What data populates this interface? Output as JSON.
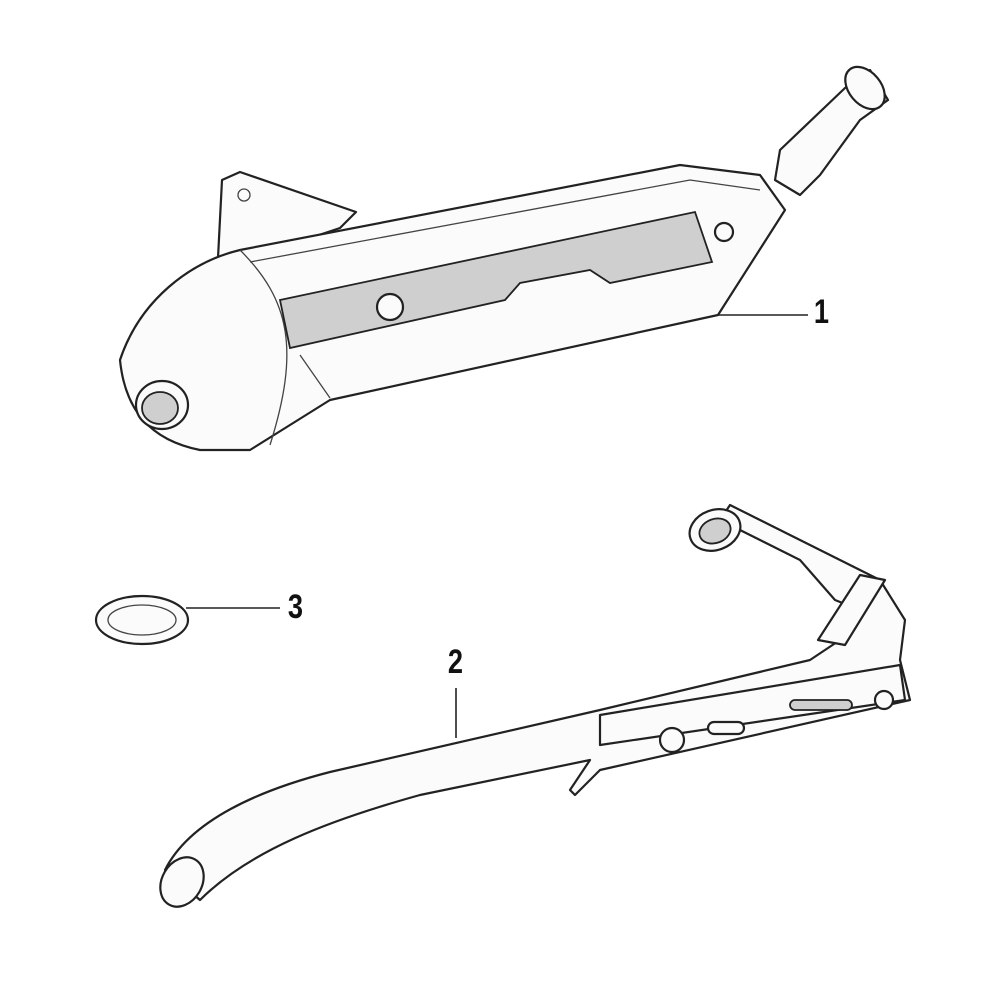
{
  "diagram": {
    "parts": [
      {
        "number": "1",
        "name": "muffler"
      },
      {
        "number": "2",
        "name": "exhaust-pipe"
      },
      {
        "number": "3",
        "name": "gasket"
      }
    ]
  }
}
